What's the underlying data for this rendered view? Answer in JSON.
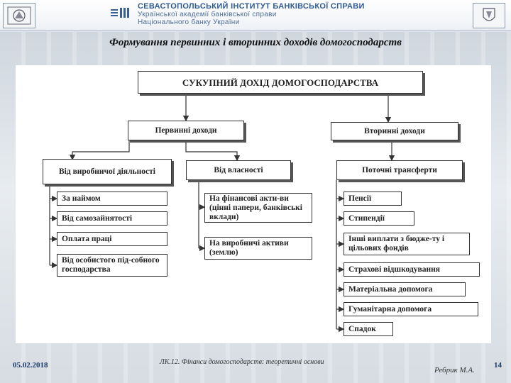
{
  "header": {
    "line1": "СЕВАСТОПОЛЬСЬКИЙ ІНСТИТУТ БАНКІВСЬКОЇ СПРАВИ",
    "line2": "Української академії банківської справи",
    "line3": "Національного банку України",
    "left_emblem_icon": "institute-emblem-icon",
    "right_emblem_icon": "coat-of-arms-icon"
  },
  "title": "Формування первинних і вторинних доходів домогосподарств",
  "diagram": {
    "root": "СУКУПНИЙ ДОХІД ДОМОГОСПОДАРСТВА",
    "primary": "Первинні доходи",
    "secondary": "Вторинні доходи",
    "production": "Від виробничої діяльності",
    "property": "Від власності",
    "transfers": "Поточні трансферти",
    "production_items": [
      "За наймом",
      "Від самозайнятості",
      "Оплата праці",
      "Від особистого під-собного господарства"
    ],
    "property_items": [
      "На фінансові акти-ви (цінні папери, банківські вклади)",
      "На виробничі активи (землю)"
    ],
    "transfer_items": [
      "Пенсії",
      "Стипендії",
      "Інші виплати з бюдже-ту і цільових фондів",
      "Страхові відшкодування",
      "Матеріальна допомога",
      "Гуманітарна допомога",
      "Спадок"
    ]
  },
  "footer": {
    "date": "05.02.2018",
    "lecture": "ЛК.12. Фінанси домогосподарств: теоретичні основи",
    "author": "Ребрик М.А.",
    "page": "14"
  }
}
